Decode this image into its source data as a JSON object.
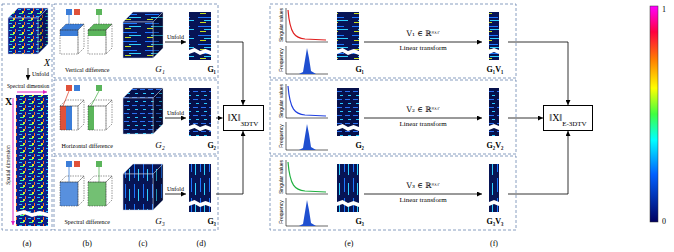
{
  "diagram": {
    "nodes": [
      {
        "text": [
          "X"
        ]
      },
      {
        "text": [
          "X"
        ]
      },
      {
        "text": [
          "G₁"
        ]
      },
      {
        "text": [
          "G₁"
        ]
      },
      {
        "text": [
          "G₂"
        ]
      },
      {
        "text": [
          "G₂"
        ]
      },
      {
        "text": [
          "G₃"
        ]
      },
      {
        "text": [
          "G₃"
        ]
      },
      {
        "text": [
          "‖X‖",
          "3DTV"
        ]
      },
      {
        "text": [
          "G₁"
        ]
      },
      {
        "text": [
          "G₁V₁"
        ]
      },
      {
        "text": [
          "G₂"
        ]
      },
      {
        "text": [
          "G₂V₂"
        ]
      },
      {
        "text": [
          "G₃"
        ]
      },
      {
        "text": [
          "G₃V₃"
        ]
      },
      {
        "text": [
          "‖X‖",
          "E-3DTV"
        ]
      }
    ],
    "edges": [
      {
        "from": 0,
        "to": 1,
        "label": "Unfold",
        "arrow": "to"
      },
      {
        "from": 2,
        "to": 3,
        "label": "Unfold",
        "arrow": "to"
      },
      {
        "from": 4,
        "to": 5,
        "label": "Unfold",
        "arrow": "to"
      },
      {
        "from": 6,
        "to": 7,
        "label": "Unfold",
        "arrow": "to"
      },
      {
        "from": 3,
        "to": 8,
        "arrow": "to"
      },
      {
        "from": 5,
        "to": 8,
        "arrow": "to"
      },
      {
        "from": 7,
        "to": 8,
        "arrow": "to"
      },
      {
        "from": 9,
        "to": 10,
        "label": "Linear transform",
        "arrow": "to"
      },
      {
        "from": 11,
        "to": 12,
        "label": "Linear transform",
        "arrow": "to"
      },
      {
        "from": 13,
        "to": 14,
        "label": "Linear transform",
        "arrow": "to"
      },
      {
        "from": 10,
        "to": 15,
        "arrow": "to"
      },
      {
        "from": 12,
        "to": 15,
        "arrow": "to"
      },
      {
        "from": 14,
        "to": 15,
        "arrow": "to"
      }
    ],
    "labels": [
      "Spectral dimension",
      "Spatial dimension",
      "Vertical difference",
      "Horizontal difference",
      "Spectral difference",
      "Singular values",
      "Frequency",
      "Singular values",
      "Frequency",
      "Singular values",
      "Frequency",
      "V₁ ∈ ℝˢˣʳ",
      "V₂ ∈ ℝˢˣʳ",
      "V₃ ∈ ℝˢˣʳ",
      "1",
      "0",
      "(a)",
      "(b)",
      "(c)",
      "(d)",
      "(e)",
      "(f)"
    ]
  }
}
